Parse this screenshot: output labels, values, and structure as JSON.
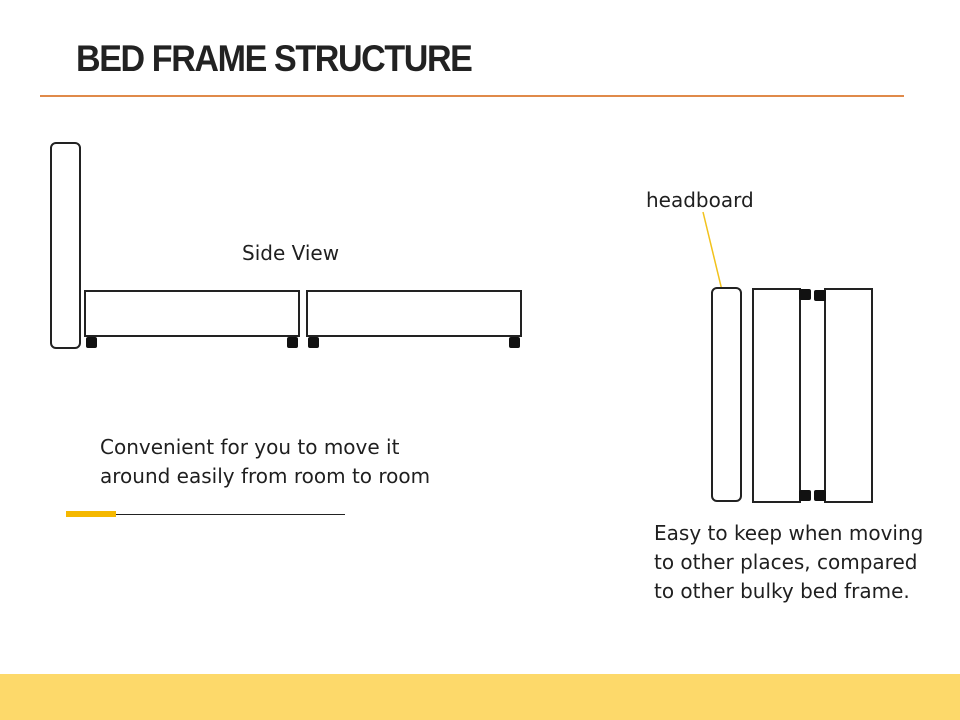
{
  "title": "BED FRAME STRUCTURE",
  "labels": {
    "side_view": "Side View",
    "headboard": "headboard"
  },
  "captions": {
    "left": [
      "Convenient for you to move it",
      "around easily from room to room"
    ],
    "right": [
      "Easy to keep when moving",
      "to other places, compared",
      "to other bulky bed frame."
    ]
  },
  "colors": {
    "rule": "#e08a4a",
    "accent": "#f5b800",
    "footer": "#fdd96a",
    "arrow": "#f2c21b",
    "stroke": "#222222",
    "wheel": "#111111"
  }
}
